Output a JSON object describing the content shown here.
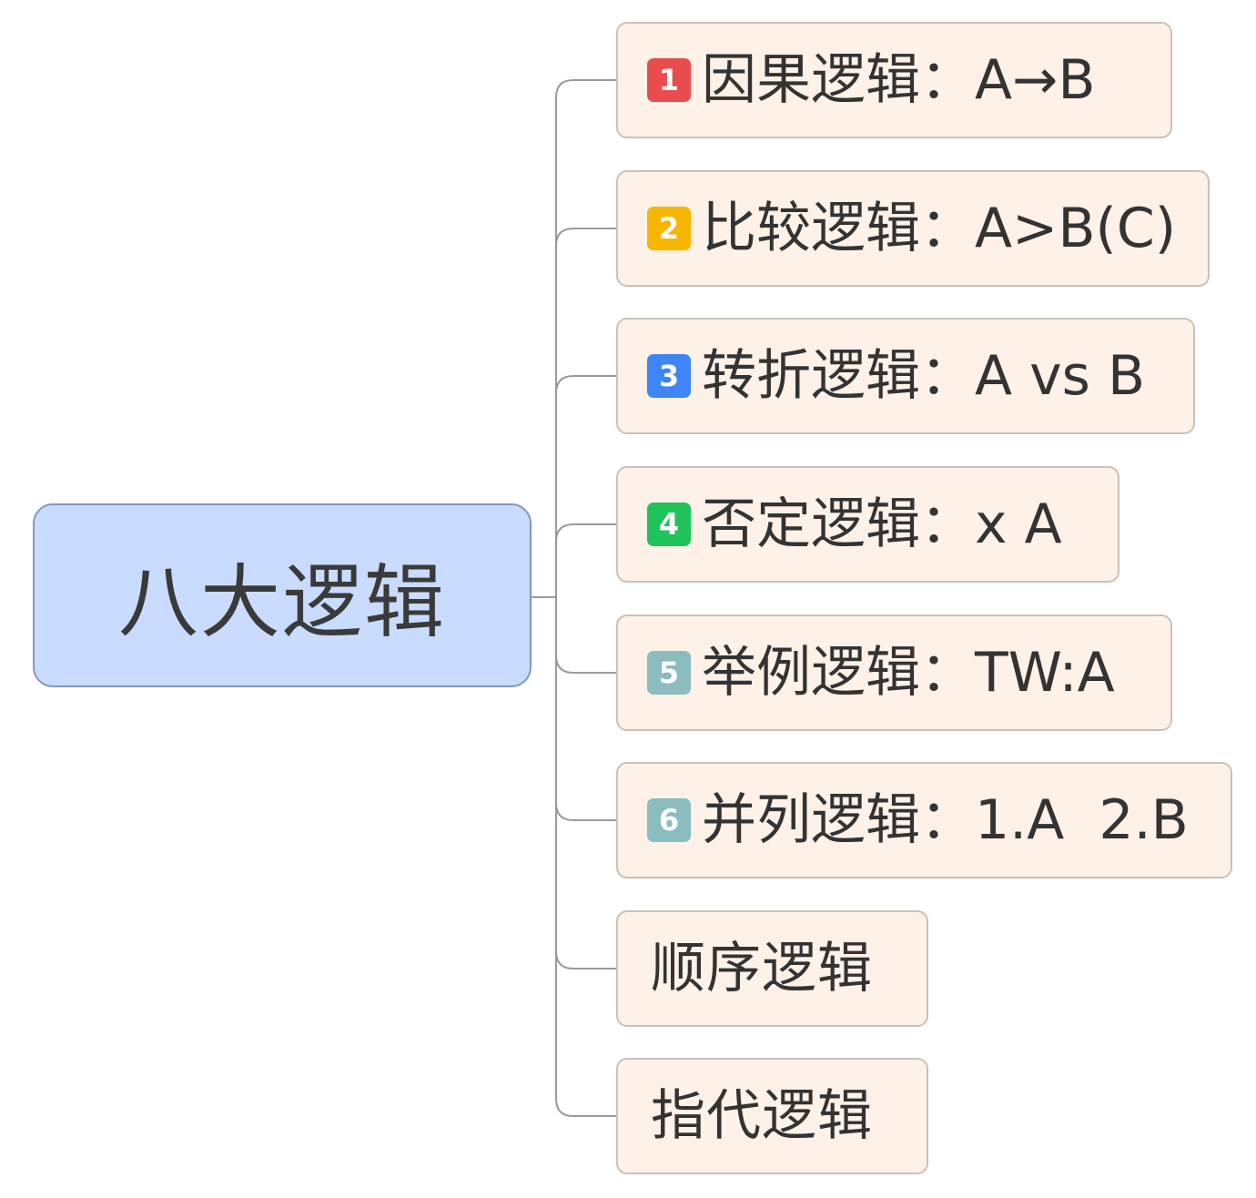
{
  "root": {
    "label": "八大逻辑"
  },
  "branches": [
    {
      "badge": "1",
      "badge_color": "#e84c4c",
      "label": "因果逻辑：A→B"
    },
    {
      "badge": "2",
      "badge_color": "#f8b500",
      "label": "比较逻辑：A>B(C)"
    },
    {
      "badge": "3",
      "badge_color": "#3f85f5",
      "label": "转折逻辑：A vs B"
    },
    {
      "badge": "4",
      "badge_color": "#1fc35a",
      "label": "否定逻辑：x A"
    },
    {
      "badge": "5",
      "badge_color": "#8bbcc0",
      "label": "举例逻辑：TW:A"
    },
    {
      "badge": "6",
      "badge_color": "#8bbcc0",
      "label": "并列逻辑：1.A  2.B"
    },
    {
      "label": "顺序逻辑"
    },
    {
      "label": "指代逻辑"
    }
  ]
}
